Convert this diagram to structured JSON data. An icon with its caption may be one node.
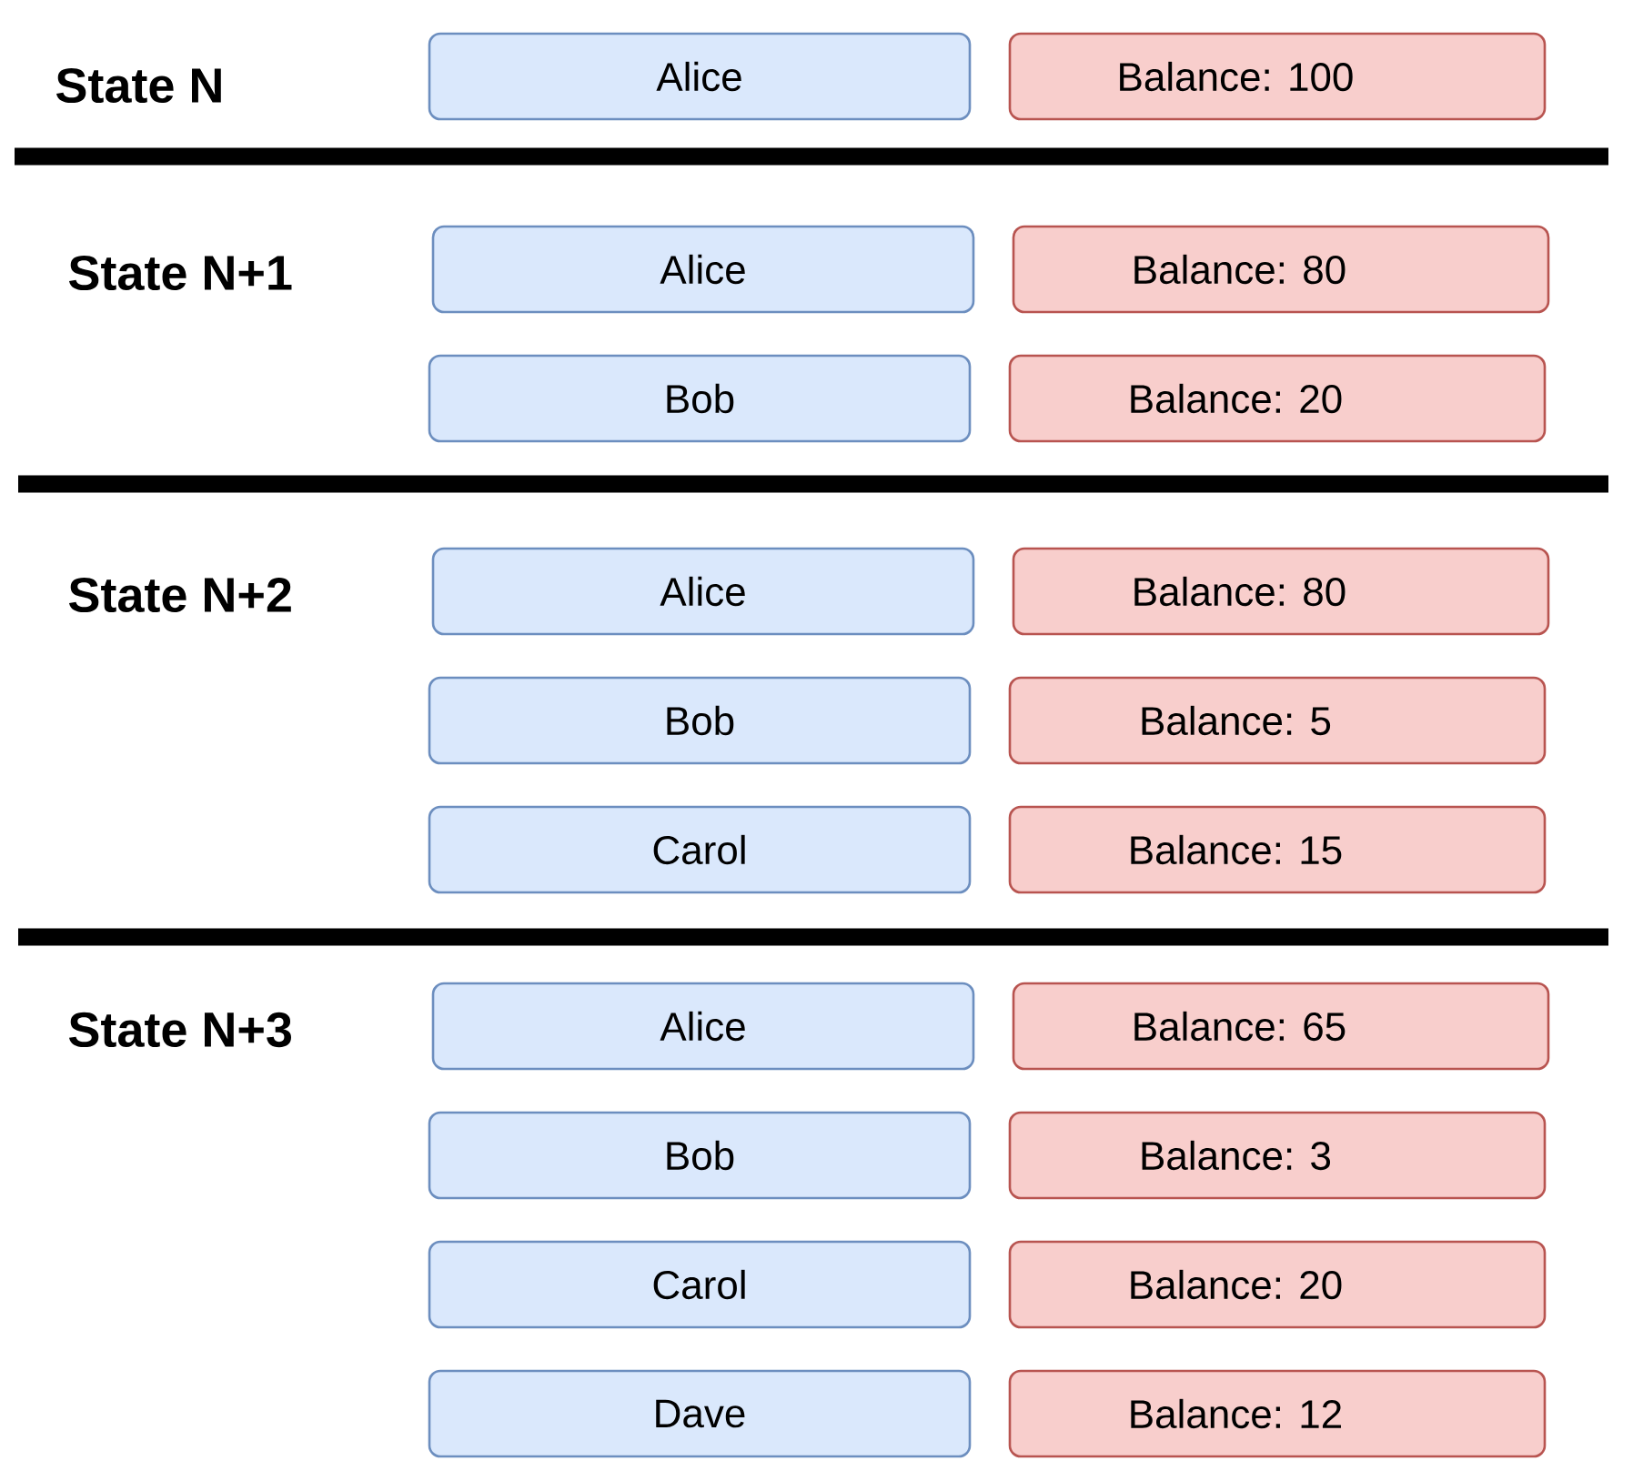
{
  "diagram": {
    "nodes": [
      {
        "text": [
          "Alice"
        ]
      },
      {
        "text": [
          "Balance: 100"
        ]
      },
      {
        "text": [
          "Alice"
        ]
      },
      {
        "text": [
          "Balance: 80"
        ]
      },
      {
        "text": [
          "Bob"
        ]
      },
      {
        "text": [
          "Balance: 20"
        ]
      },
      {
        "text": [
          "Alice"
        ]
      },
      {
        "text": [
          "Balance: 80"
        ]
      },
      {
        "text": [
          "Bob"
        ]
      },
      {
        "text": [
          "Balance: 5"
        ]
      },
      {
        "text": [
          "Carol"
        ]
      },
      {
        "text": [
          "Balance: 15"
        ]
      },
      {
        "text": [
          "Alice"
        ]
      },
      {
        "text": [
          "Balance: 65"
        ]
      },
      {
        "text": [
          "Bob"
        ]
      },
      {
        "text": [
          "Balance: 3"
        ]
      },
      {
        "text": [
          "Carol"
        ]
      },
      {
        "text": [
          "Balance: 20"
        ]
      },
      {
        "text": [
          "Dave"
        ]
      },
      {
        "text": [
          "Balance: 12"
        ]
      }
    ],
    "labels": [
      "State N",
      "State N+1",
      "State N+2",
      "State N+3"
    ]
  }
}
